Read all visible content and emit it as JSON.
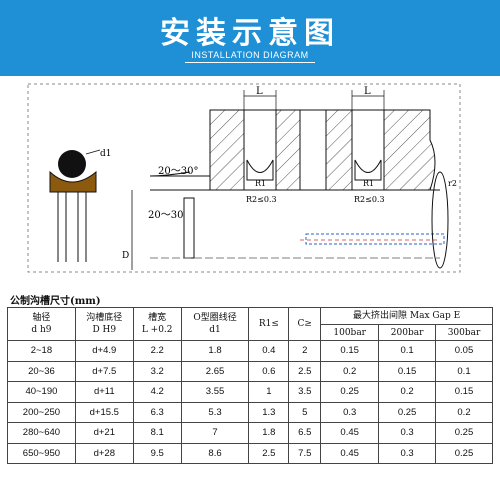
{
  "header": {
    "title": "安装示意图",
    "subtitle": "INSTALLATION DIAGRAM"
  },
  "diagram": {
    "labels": {
      "d1": "d1",
      "L_left": "L",
      "L_right": "L",
      "angle_top": "20～30°",
      "angle_bottom": "20～30°",
      "r1_left": "R1",
      "r1_right": "R1",
      "r2_left": "R2≤0.3",
      "r2_right": "R2≤0.3",
      "shaft_d": "D",
      "chamfer": "r2"
    },
    "colors": {
      "seal_body": "#8b5a0e",
      "oring": "#111111",
      "hatch": "#555555",
      "guide": "#2a62c9"
    }
  },
  "table": {
    "caption": "公制沟槽尺寸(mm)",
    "headers": {
      "shaft": [
        "轴径",
        "d  h9"
      ],
      "groove_d": [
        "沟槽底径",
        "D   H9"
      ],
      "groove_w": [
        "槽宽",
        "L +0.2"
      ],
      "oring": [
        "O型圈线径",
        "d1"
      ],
      "r1": "R1≤",
      "c": "C≥",
      "gap": "最大挤出间隙 Max Gap E",
      "gap_cols": [
        "100bar",
        "200bar",
        "300bar"
      ]
    },
    "rows": [
      [
        "2~18",
        "d+4.9",
        "2.2",
        "1.8",
        "0.4",
        "2",
        "0.15",
        "0.1",
        "0.05"
      ],
      [
        "20~36",
        "d+7.5",
        "3.2",
        "2.65",
        "0.6",
        "2.5",
        "0.2",
        "0.15",
        "0.1"
      ],
      [
        "40~190",
        "d+11",
        "4.2",
        "3.55",
        "1",
        "3.5",
        "0.25",
        "0.2",
        "0.15"
      ],
      [
        "200~250",
        "d+15.5",
        "6.3",
        "5.3",
        "1.3",
        "5",
        "0.3",
        "0.25",
        "0.2"
      ],
      [
        "280~640",
        "d+21",
        "8.1",
        "7",
        "1.8",
        "6.5",
        "0.45",
        "0.3",
        "0.25"
      ],
      [
        "650~950",
        "d+28",
        "9.5",
        "8.6",
        "2.5",
        "7.5",
        "0.45",
        "0.3",
        "0.25"
      ]
    ]
  }
}
